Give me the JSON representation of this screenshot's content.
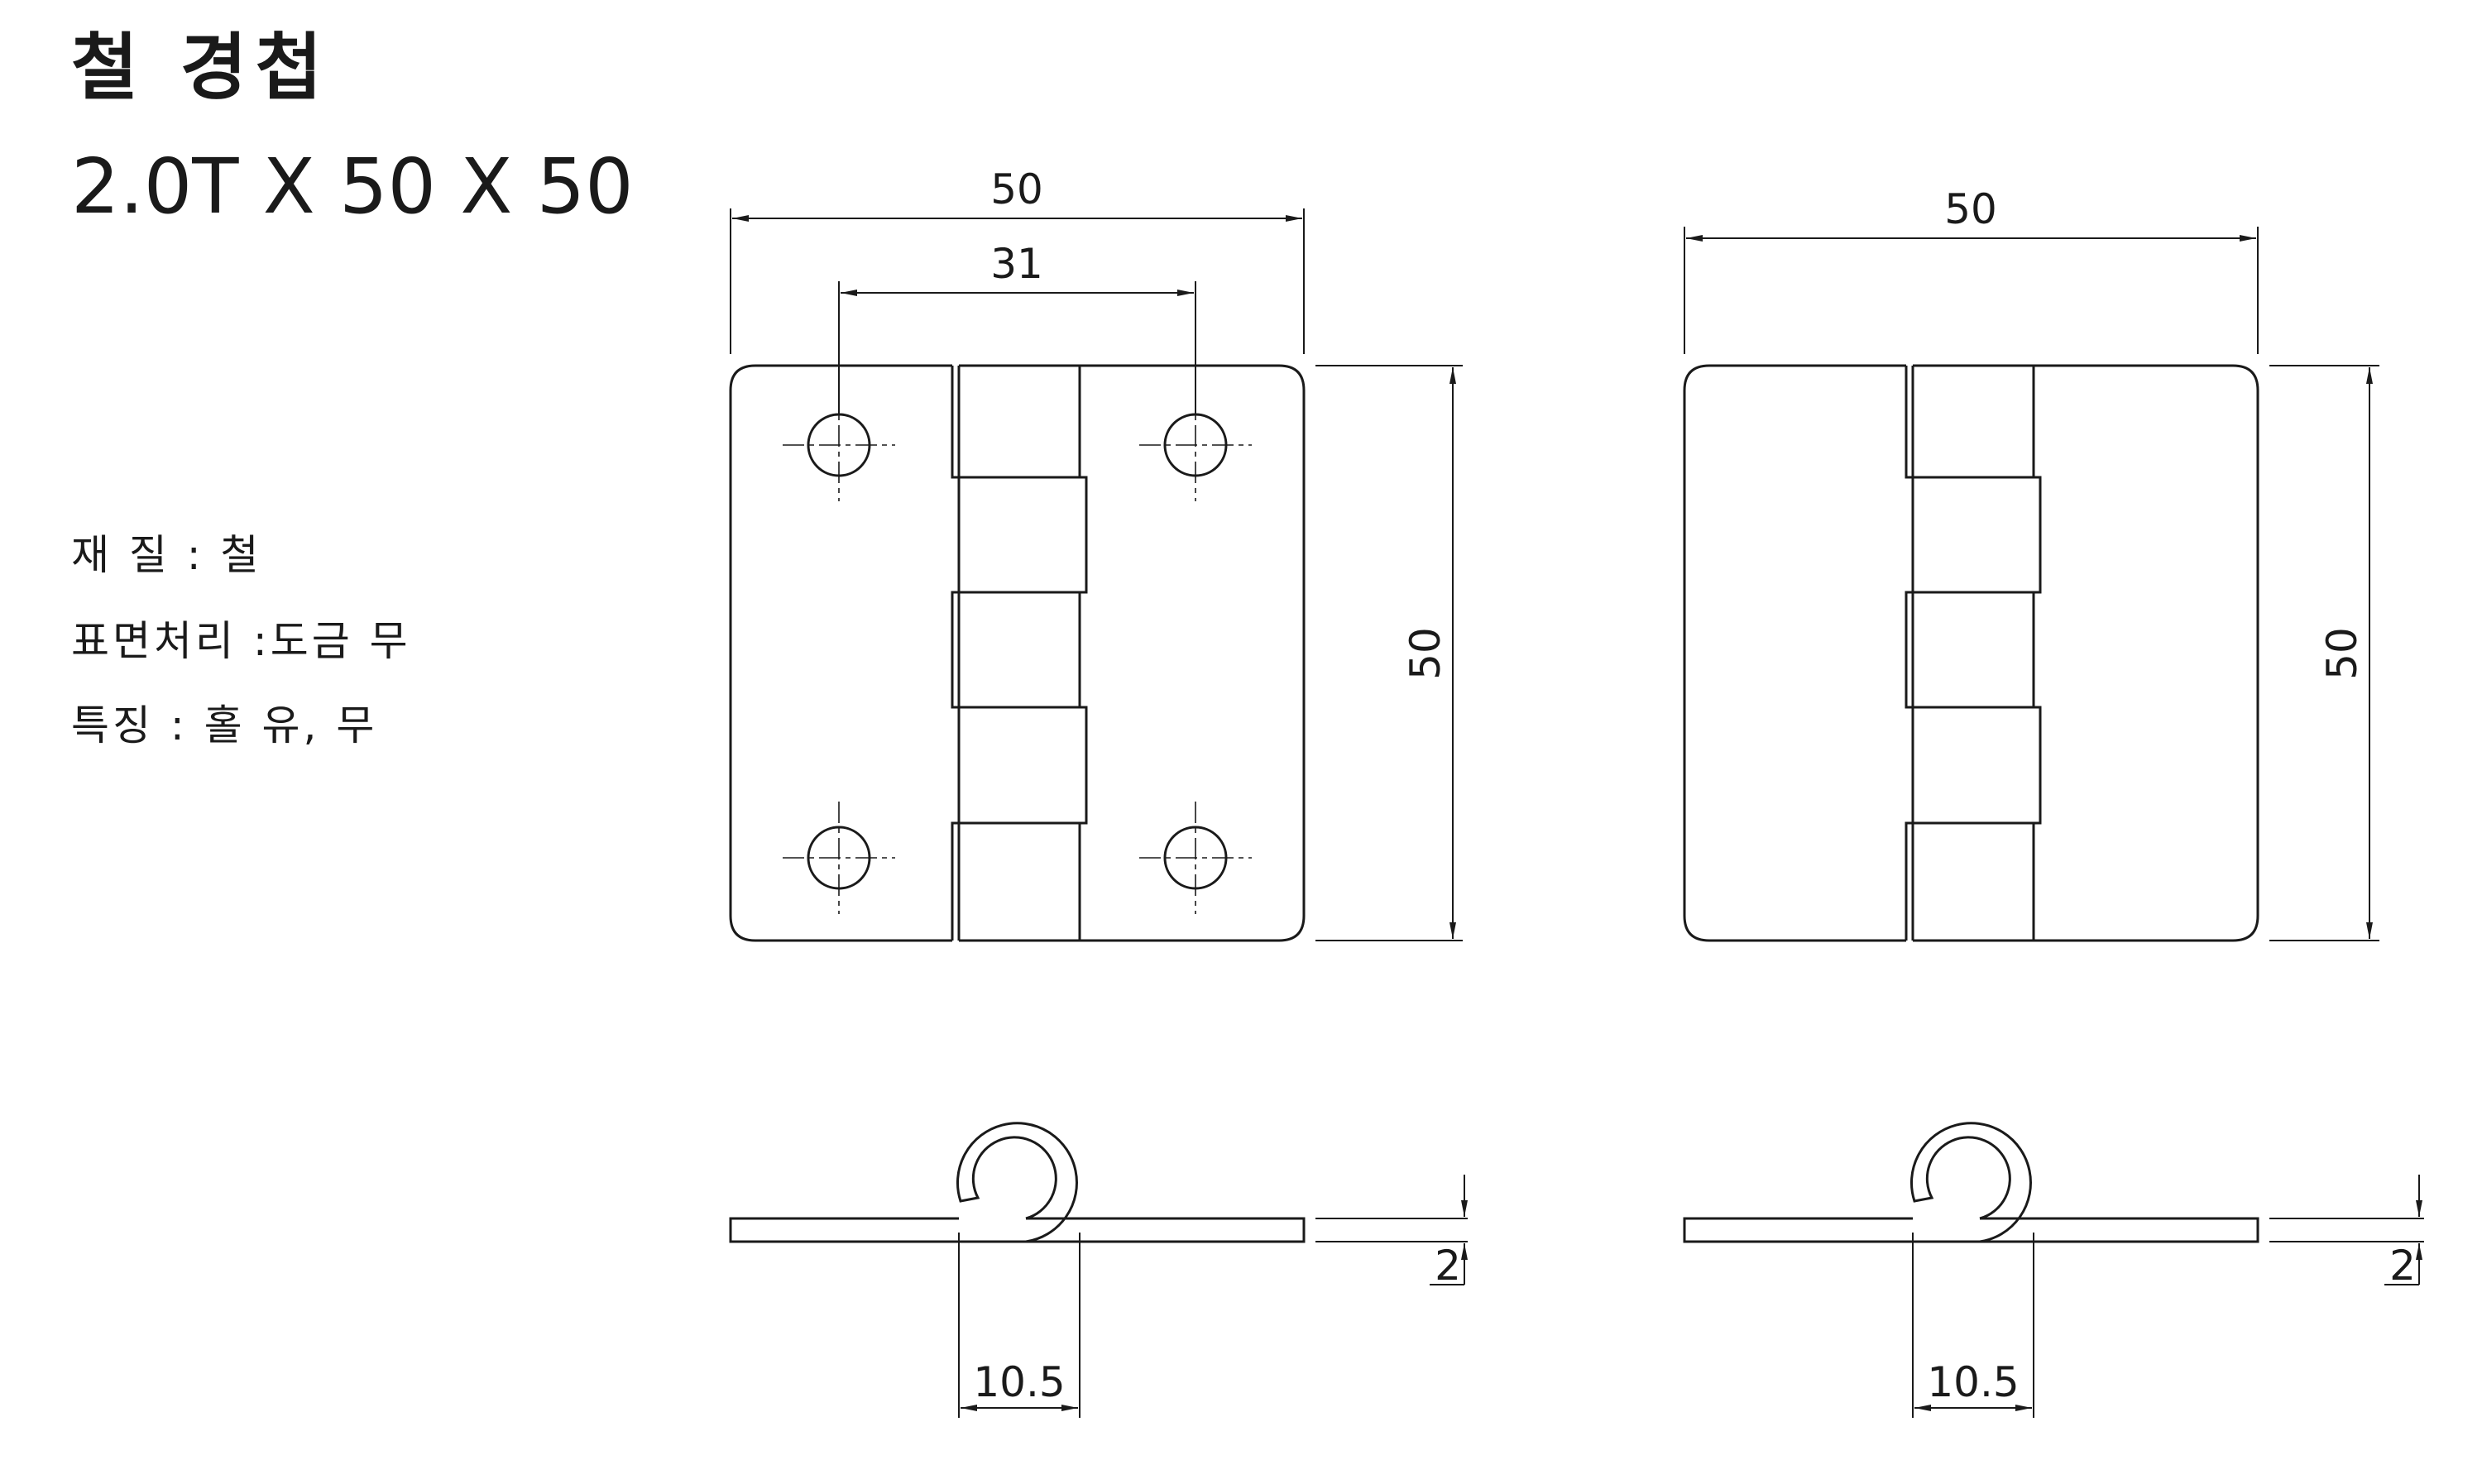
{
  "title": "철 경첩",
  "subtitle": "2.0T X 50 X 50",
  "specs": [
    "재 질 : 철",
    "표면처리 :도금 무",
    "특징 : 홀 유, 무"
  ],
  "views": [
    {
      "name": "with-holes",
      "holes": true,
      "dims": {
        "width": "50",
        "hole_spacing": "31",
        "height": "50",
        "thickness": "2",
        "knuckle": "10.5"
      }
    },
    {
      "name": "without-holes",
      "holes": false,
      "dims": {
        "width": "50",
        "height": "50",
        "thickness": "2",
        "knuckle": "10.5"
      }
    }
  ]
}
